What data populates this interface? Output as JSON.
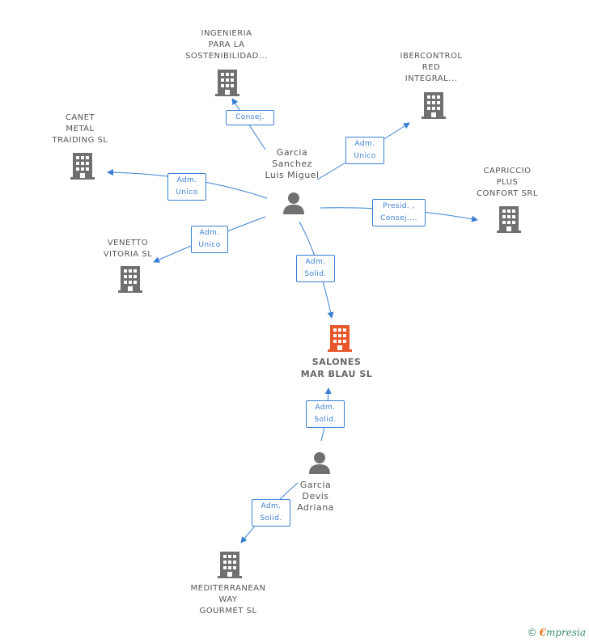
{
  "colors": {
    "edge": "#3a7fd5",
    "company_icon": "#707070",
    "main_company_icon": "#e8562a",
    "person_icon": "#707070"
  },
  "companies": {
    "ingenieria": "INGENIERIA\nPARA LA\nSOSTENIBILIDAD...",
    "ibercontrol": "IBERCONTROL\nRED\nINTEGRAL...",
    "canet": "CANET\nMETAL\nTRAIDING SL",
    "capriccio": "CAPRICCIO\nPLUS\nCONFORT SRL",
    "venetto": "VENETTO\nVITORIA SL",
    "salones": "SALONES\nMAR BLAU SL",
    "mediterranean": "MEDITERRANEAN\nWAY\nGOURMET SL"
  },
  "persons": {
    "garcia_sanchez": "Garcia\nSanchez\nLuis Miguel",
    "garcia_devis": "Garcia\nDevis\nAdriana"
  },
  "edge_labels": {
    "consej": "Consej.",
    "adm_unico_ibercontrol": "Adm.\nUnico",
    "adm_unico_canet": "Adm.\nUnico",
    "presid_consej": "Presid. ,\nConsej....",
    "adm_unico_venetto": "Adm.\nUnico",
    "adm_solid_salones_1": "Adm.\nSolid.",
    "adm_solid_salones_2": "Adm.\nSolid.",
    "adm_solid_mediterranean": "Adm.\nSolid."
  },
  "brand": {
    "copyright": "©",
    "e": "€",
    "name": "mpresia"
  }
}
